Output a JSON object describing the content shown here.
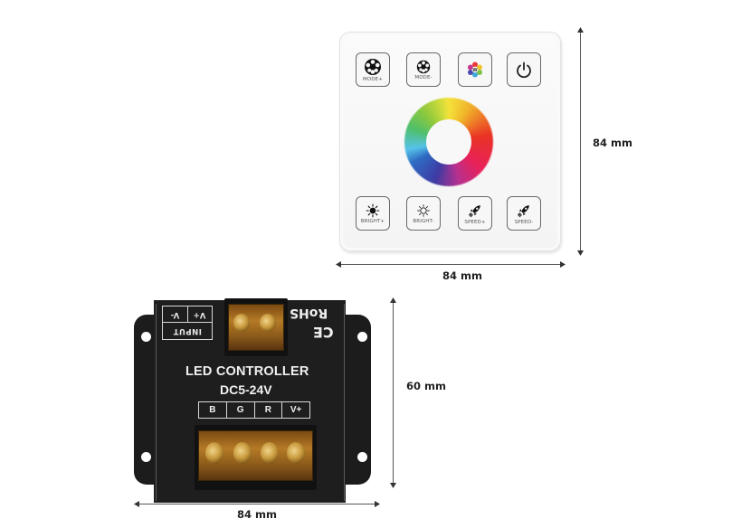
{
  "wall_panel": {
    "buttons_top": [
      {
        "label": "MODE+",
        "icon": "film-reel-icon"
      },
      {
        "label": "MODE-",
        "icon": "film-reel-small-icon"
      },
      {
        "label": "",
        "icon": "color-white-wheel-icon",
        "glyph": "W"
      },
      {
        "label": "",
        "icon": "power-icon"
      }
    ],
    "buttons_bottom": [
      {
        "label": "BRIGHT+",
        "icon": "sun-filled-icon"
      },
      {
        "label": "BRIGHT-",
        "icon": "sun-outline-icon"
      },
      {
        "label": "SPEED+",
        "icon": "rocket-icon"
      },
      {
        "label": "SPEED-",
        "icon": "rocket-icon"
      }
    ],
    "color_wheel": "rgb-color-wheel",
    "dimensions": {
      "height": "84 mm",
      "width": "84 mm"
    }
  },
  "controller": {
    "input_label": "INPUT",
    "input_terminals": [
      "V-",
      "V+"
    ],
    "certifications": {
      "rohs": "RoHS",
      "ce": "CE"
    },
    "title": "LED CONTROLLER",
    "voltage": "DC5-24V",
    "output_terminals": [
      "B",
      "G",
      "R",
      "V+"
    ],
    "dimensions": {
      "height": "60 mm",
      "width": "84 mm"
    }
  },
  "colors": {
    "controller_body": "#1e1e1e",
    "terminal_amber": "#b57a26",
    "panel_bg": "#f7f7f7",
    "dimension_line": "#555555"
  }
}
